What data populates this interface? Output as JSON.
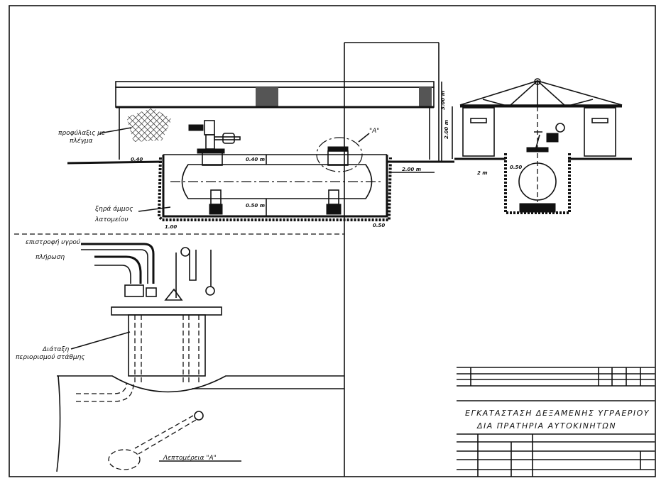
{
  "elevation": {
    "mesh_label_1": "προφύλαξις με",
    "mesh_label_2": "πλέγμα",
    "sand_label_1": "ξηρά άμμος",
    "sand_label_2": "λατομείου",
    "dim_top_cover": "0.40",
    "dim_above_tank": "0.40 m",
    "dim_below_tank": "0.50 m",
    "dim_right_clearance": "2.00 m",
    "dim_canopy_height": "3.00 m",
    "dim_left_wall": "1.00",
    "dim_right_wall": "0.50",
    "detail_marker": "\"A\""
  },
  "section": {
    "dim_height": "2.00 m",
    "dim_clearance": "2 m",
    "dim_cover": "0.50"
  },
  "detail": {
    "return_label": "επιστροφή υγρού",
    "fill_label": "πλήρωση",
    "level_label_1": "Διάταξη",
    "level_label_2": "περιορισμού στάθμης",
    "caption": "Λεπτομέρεια \"Α\""
  },
  "title_block": {
    "line_1": "ΕΓΚΑΤΑΣΤΑΣΗ ΔΕΞΑΜΕΝΗΣ ΥΓΡΑΕΡΙΟΥ",
    "line_2": "ΔΙΑ ΠΡΑΤΗΡΙΑ ΑΥΤΟΚΙΝΗΤΩΝ"
  }
}
